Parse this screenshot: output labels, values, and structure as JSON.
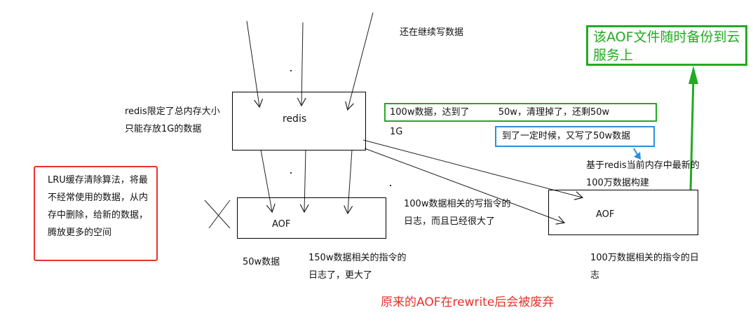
{
  "labels": {
    "still_writing": "还在继续写数据",
    "redis_box": "redis",
    "aof_left": "AOF",
    "aof_right": "AOF",
    "redis_limit": "redis限定了总内存大小只能存放1G的数据",
    "lru": "LRU缓存清除算法，将最不经常使用的数据，从内存中删除，给新的数据，腾放更多的空间",
    "data_100w": "100w数据，达到了          50w，清理掉了，还剩50w",
    "one_g": "1G",
    "write_50w": "到了一定时候，又写了50w数据",
    "backup": "该AOF文件随时备份到云服务上",
    "build_from_mem": "基于redis当前内存中最新的100万数据构建",
    "log_100w": "100w数据相关的写指令的日志，而且已经很大了",
    "data_50w": "50w数据",
    "log_150w": "150w数据相关的指令的日志了，更大了",
    "log_100wan": "100万数据相关的指令的日志",
    "obsolete": "原来的AOF在rewrite后会被废弃"
  },
  "colors": {
    "red": "#e8322e",
    "green": "#22aa22",
    "blue": "#2a8fd8",
    "obsolete_text": "#e8322e"
  }
}
